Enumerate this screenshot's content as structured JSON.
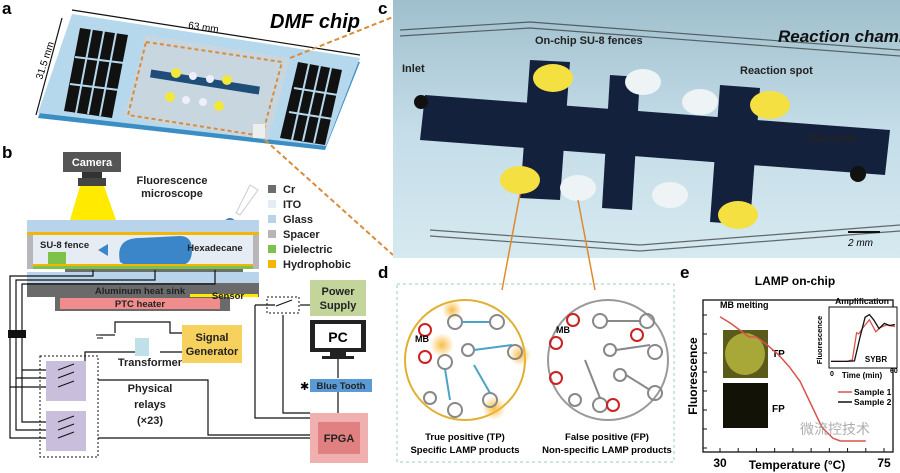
{
  "panel_letters": {
    "a": "a",
    "b": "b",
    "c": "c",
    "d": "d",
    "e": "e"
  },
  "panel_a": {
    "title": "DMF chip",
    "width_dim": "63 mm",
    "height_dim": "31.5 mm"
  },
  "panel_b": {
    "camera": "Camera",
    "microscope_line1": "Fluorescence",
    "microscope_line2": "microscope",
    "su8_fence": "SU-8 fence",
    "hexadecane": "Hexadecane",
    "heat_sink": "Aluminum heat sink",
    "ptc_heater": "PTC heater",
    "sensor": "Sensor",
    "power_line1": "Power",
    "power_line2": "Supply",
    "pc": "PC",
    "bluetooth": "Blue Tooth",
    "fpga": "FPGA",
    "signal_line1": "Signal",
    "signal_line2": "Generator",
    "transformer": "Transformer",
    "relays_line1": "Physical",
    "relays_line2": "relays",
    "relays_line3": "(×23)",
    "legend": [
      {
        "label": "Cr",
        "color": "#6d6d6d"
      },
      {
        "label": "ITO",
        "color": "#e6ecf3"
      },
      {
        "label": "Glass",
        "color": "#b9d3ea"
      },
      {
        "label": "Spacer",
        "color": "#b9b6bb"
      },
      {
        "label": "Dielectric",
        "color": "#7fc24a"
      },
      {
        "label": "Hydrophobic",
        "color": "#f2b705"
      }
    ]
  },
  "panel_c": {
    "title": "Reaction chamber",
    "fences": "On-chip SU-8 fences",
    "inlet": "Inlet",
    "reaction_spot": "Reaction spot",
    "electrode": "Electrode",
    "scale": "2 mm"
  },
  "panel_d": {
    "mb_label": "MB",
    "tp_line1": "True positive (TP)",
    "tp_line2": "Specific LAMP products",
    "fp_line1": "False positive (FP)",
    "fp_line2": "Non-specific LAMP products"
  },
  "panel_e": {
    "title": "LAMP on-chip",
    "annotation": "MB melting",
    "tp": "TP",
    "fp": "FP",
    "watermark": "微流控技术"
  },
  "chart_data": [
    {
      "type": "line",
      "title": "LAMP on-chip",
      "xlabel": "Temperature (°C)",
      "ylabel": "Fluorescence",
      "x_tick_labels": [
        "30",
        "75"
      ],
      "xlim": [
        30,
        75
      ],
      "grid": false,
      "series": [
        {
          "color": "#d9534f",
          "x": [
            30,
            33,
            36,
            38,
            40,
            43,
            46,
            49,
            52,
            55,
            58,
            61,
            63,
            65,
            70
          ],
          "y": [
            0.95,
            0.9,
            0.84,
            0.8,
            0.8,
            0.74,
            0.67,
            0.58,
            0.47,
            0.3,
            0.13,
            0.05,
            0.03,
            0.03,
            0.03
          ]
        }
      ]
    },
    {
      "type": "line",
      "title": "Amplification",
      "xlabel": "Time (min)",
      "ylabel": "Fluorescence",
      "x_tick_labels": [
        "0",
        "60"
      ],
      "xlim": [
        0,
        60
      ],
      "annotation": "SYBR",
      "legend_position": "bottom-right",
      "grid": false,
      "series": [
        {
          "name": "Sample 1",
          "color": "#d9534f",
          "x": [
            0,
            15,
            20,
            24,
            26,
            30,
            36,
            42,
            46,
            52,
            60
          ],
          "y": [
            0.05,
            0.05,
            0.08,
            0.6,
            0.58,
            0.7,
            0.85,
            0.62,
            0.7,
            0.75,
            0.72
          ]
        },
        {
          "name": "Sample 2",
          "color": "#111111",
          "x": [
            0,
            15,
            22,
            27,
            32,
            36,
            40,
            45,
            50,
            55,
            60
          ],
          "y": [
            0.05,
            0.05,
            0.06,
            0.5,
            0.9,
            0.95,
            0.85,
            0.68,
            0.78,
            0.74,
            0.76
          ]
        }
      ]
    }
  ]
}
